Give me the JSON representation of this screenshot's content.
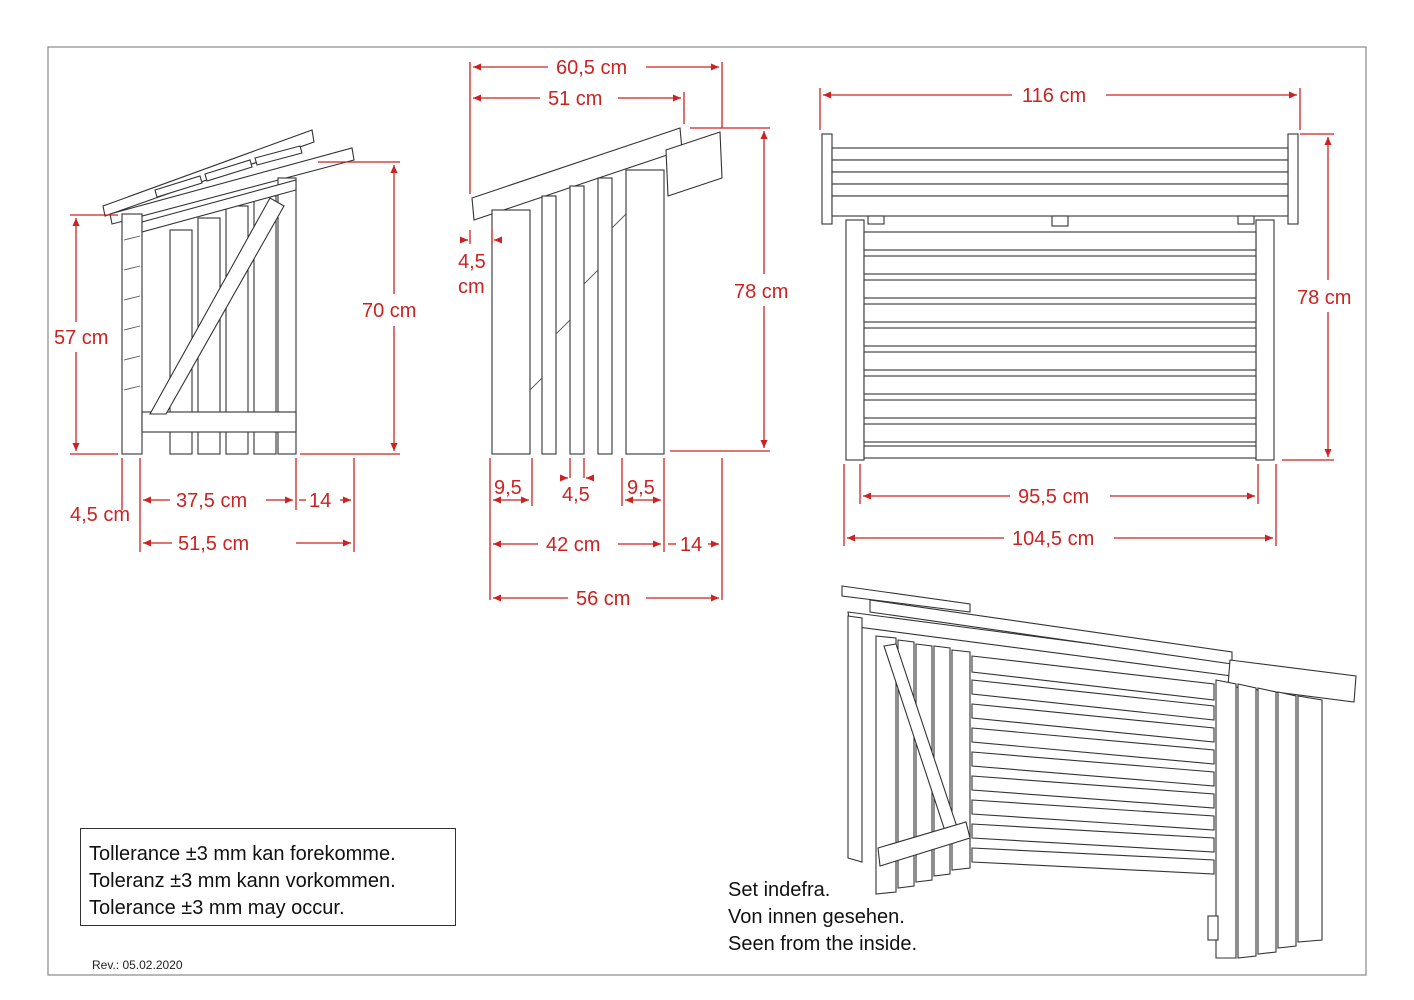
{
  "dimensions": {
    "side": {
      "total_height": "70 cm",
      "front_height": "57 cm",
      "post": "4,5 cm",
      "inner_depth": "37,5 cm",
      "overhang": "14",
      "total_depth": "51,5 cm"
    },
    "section": {
      "roof_length": "60,5 cm",
      "roof_inner": "51 cm",
      "board_thickness": "4,5",
      "board_unit": "cm",
      "height": "78 cm",
      "slat_a": "9,5",
      "gap": "4,5",
      "slat_b": "9,5",
      "inner": "42 cm",
      "overhang": "14",
      "total": "56 cm"
    },
    "front": {
      "roof_width": "116 cm",
      "height": "78 cm",
      "inner_width": "95,5 cm",
      "outer_width": "104,5 cm"
    }
  },
  "notes": {
    "tolerance_da": "Tollerance ±3 mm kan forekomme.",
    "tolerance_de": "Toleranz ±3 mm kann vorkommen.",
    "tolerance_en": "Tolerance ±3 mm may occur.",
    "inside_da": "Set indefra.",
    "inside_de": "Von innen gesehen.",
    "inside_en": "Seen from the inside.",
    "revision": "Rev.: 05.02.2020"
  },
  "colors": {
    "dimension": "#cc2222",
    "outline": "#333333",
    "frame": "#888888"
  }
}
